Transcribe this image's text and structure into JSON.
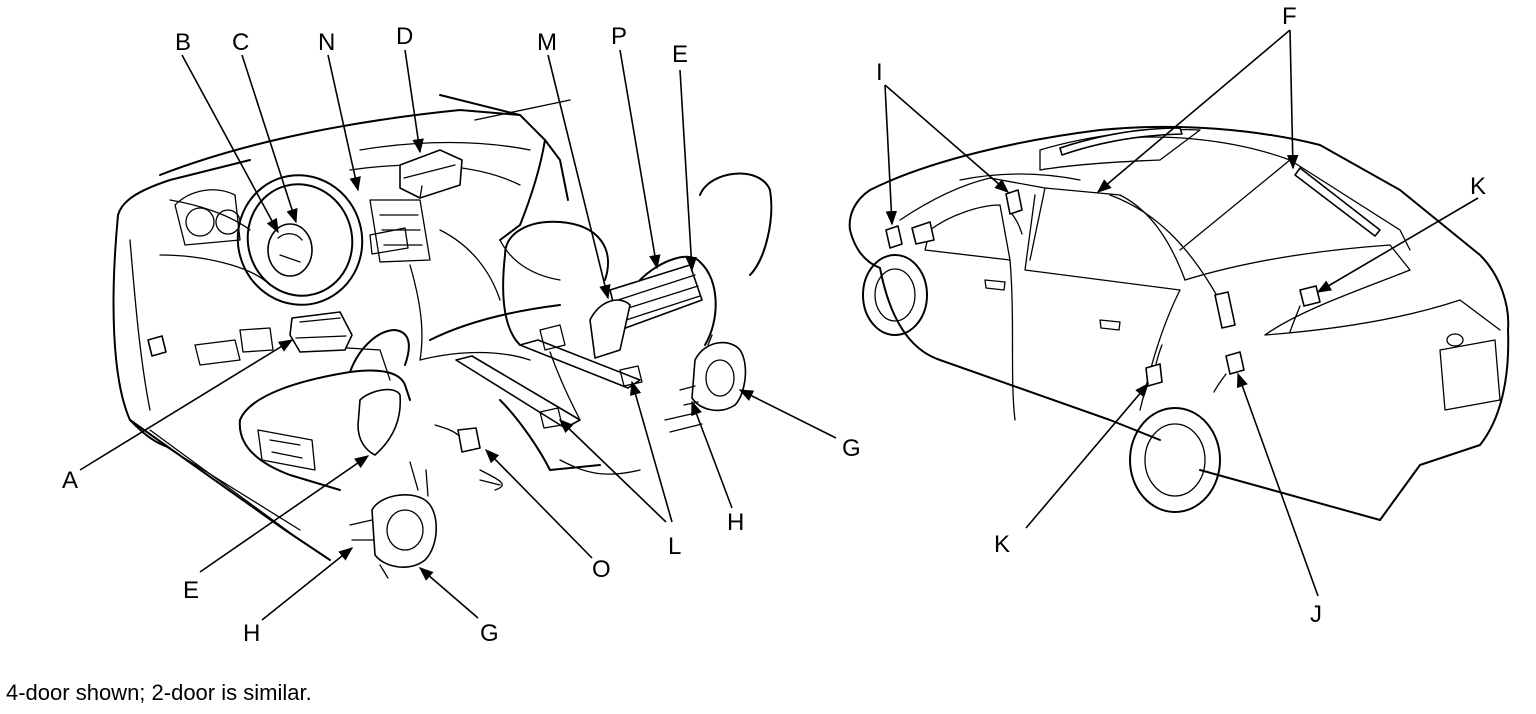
{
  "labels": {
    "A": "A",
    "B": "B",
    "C": "C",
    "D": "D",
    "E": "E",
    "F": "F",
    "G": "G",
    "H": "H",
    "I": "I",
    "J": "J",
    "K": "K",
    "L": "L",
    "M": "M",
    "N": "N",
    "O": "O",
    "P": "P"
  },
  "caption": "4-door shown; 2-door is similar.",
  "colors": {
    "line": "#000000",
    "background": "#ffffff"
  }
}
